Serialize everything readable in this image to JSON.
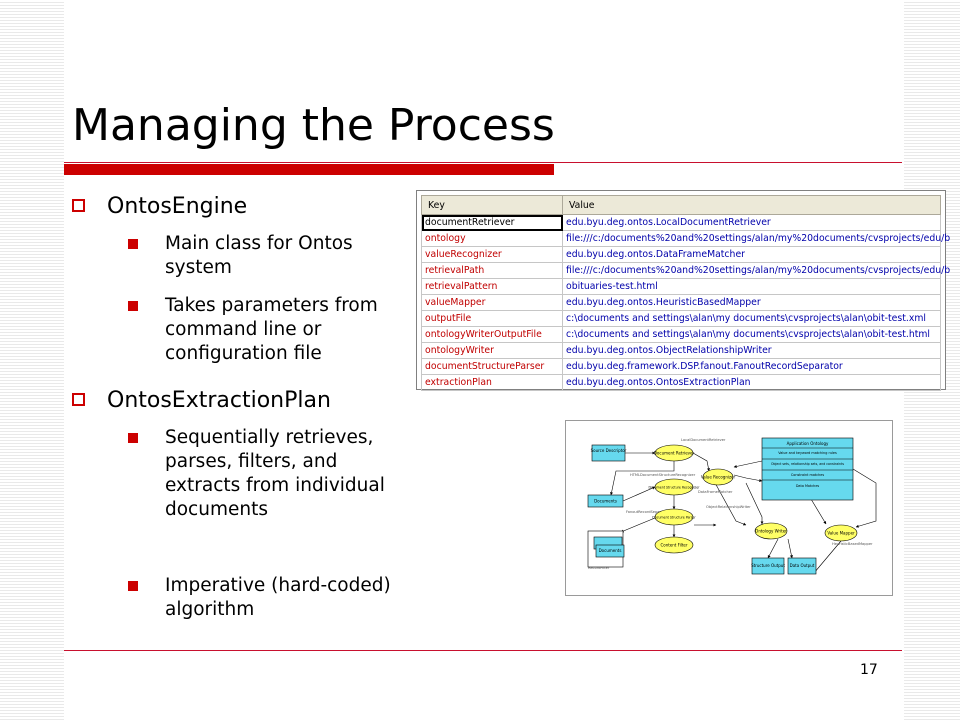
{
  "slide": {
    "title": "Managing the Process",
    "page_number": "17"
  },
  "bullets": [
    {
      "text": "OntosEngine",
      "children": [
        "Main class for Ontos system",
        "Takes parameters from command line or configuration file"
      ]
    },
    {
      "text": "OntosExtractionPlan",
      "children": [
        "Sequentially retrieves, parses, filters, and extracts from individual documents",
        "Imperative (hard-coded) algorithm"
      ]
    }
  ],
  "properties_table": {
    "headers": [
      "Key",
      "Value"
    ],
    "rows": [
      [
        "documentRetriever",
        "edu.byu.deg.ontos.LocalDocumentRetriever"
      ],
      [
        "ontology",
        "file:///c:/documents%20and%20settings/alan/my%20documents/cvsprojects/edu/b"
      ],
      [
        "valueRecognizer",
        "edu.byu.deg.ontos.DataFrameMatcher"
      ],
      [
        "retrievalPath",
        "file:///c:/documents%20and%20settings/alan/my%20documents/cvsprojects/edu/b"
      ],
      [
        "retrievalPattern",
        "obituaries-test.html"
      ],
      [
        "valueMapper",
        "edu.byu.deg.ontos.HeuristicBasedMapper"
      ],
      [
        "outputFile",
        "c:\\documents and settings\\alan\\my documents\\cvsprojects\\alan\\obit-test.xml"
      ],
      [
        "ontologyWriterOutputFile",
        "c:\\documents and settings\\alan\\my documents\\cvsprojects\\alan\\obit-test.html"
      ],
      [
        "ontologyWriter",
        "edu.byu.deg.ontos.ObjectRelationshipWriter"
      ],
      [
        "documentStructureParser",
        "edu.byu.deg.framework.DSP.fanout.FanoutRecordSeparator"
      ],
      [
        "extractionPlan",
        "edu.byu.deg.ontos.OntosExtractionPlan"
      ]
    ]
  },
  "diagram": {
    "nodes": {
      "source_descriptor": "Source Descriptor",
      "document_retriever": "Document Retriever",
      "documents": "Documents",
      "document_structure_recognizer": "Document Structure Recognizer",
      "document_structure_parser": "Document Structure Parser",
      "documents_stack": "Documents",
      "content_filter": "Content Filter",
      "value_recognizer": "Value Recognizer",
      "application_ontology": "Application Ontology",
      "value_and_keyword": "Value and keyword matching rules",
      "object_set_relationship": "Object sets, relationship sets, and constraints",
      "constraint_matches": "Constraint matches",
      "data_matches": "Data Matches",
      "ontology_writer": "Ontology Writer",
      "value_mapper": "Value Mapper",
      "structure_output": "Structure Output",
      "data_output": "Data Output"
    }
  }
}
